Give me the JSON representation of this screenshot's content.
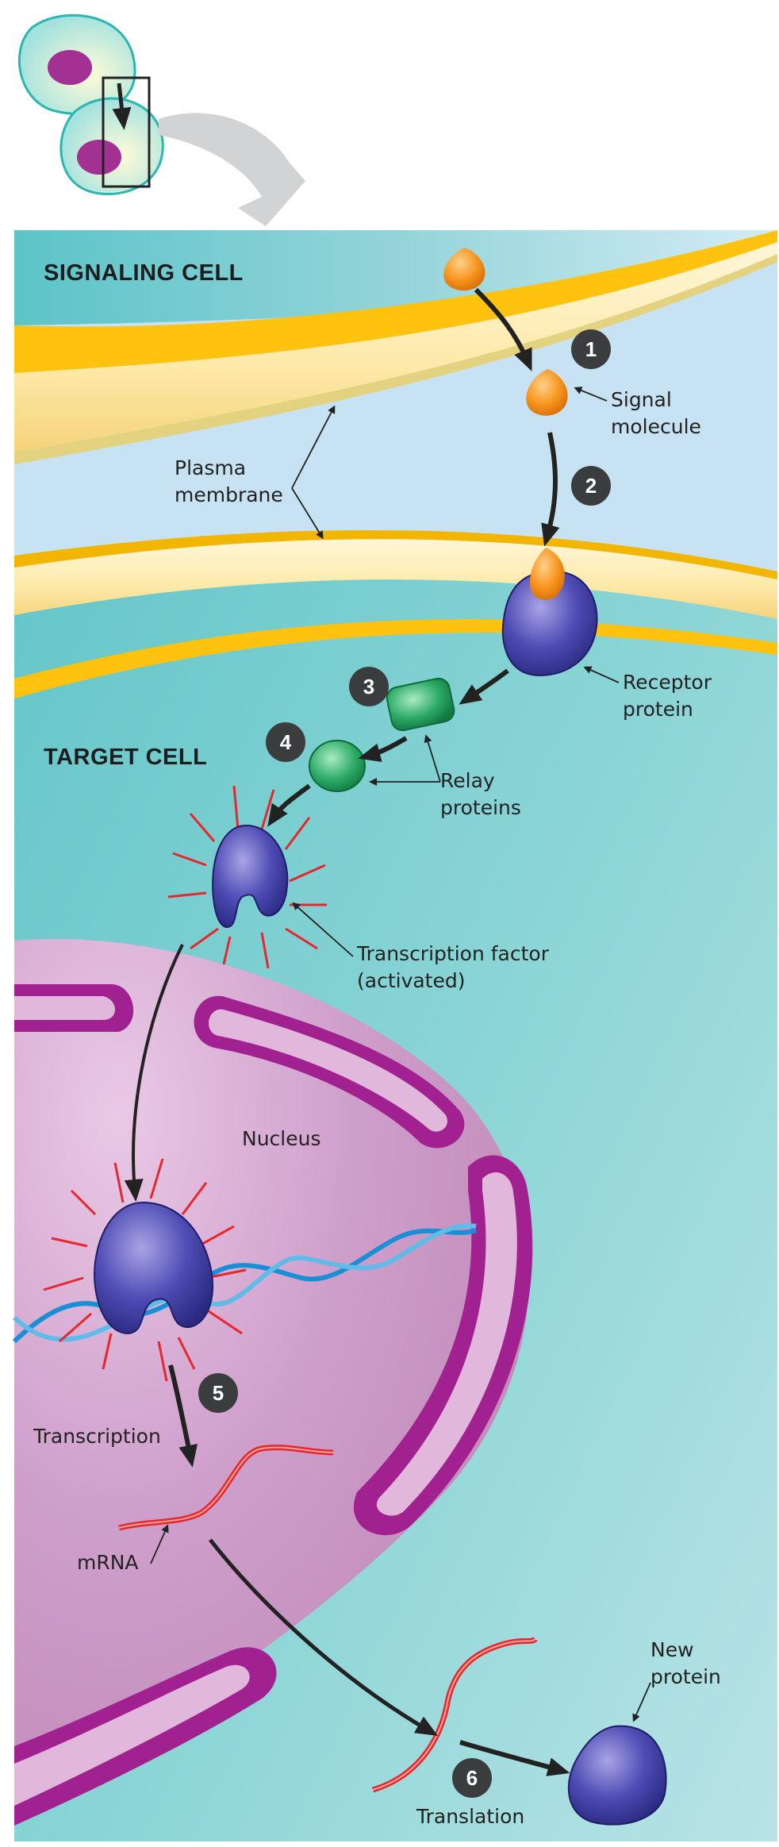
{
  "labels": {
    "signaling_cell": "SIGNALING CELL",
    "target_cell": "TARGET CELL",
    "signal_molecule": [
      "Signal",
      "molecule"
    ],
    "plasma_membrane": [
      "Plasma",
      "membrane"
    ],
    "receptor_protein": [
      "Receptor",
      "protein"
    ],
    "relay_proteins": [
      "Relay",
      "proteins"
    ],
    "transcription_factor": [
      "Transcription factor",
      "(activated)"
    ],
    "nucleus": "Nucleus",
    "transcription": "Transcription",
    "mrna": "mRNA",
    "new_protein": [
      "New",
      "protein"
    ],
    "translation": "Translation"
  },
  "steps": [
    "1",
    "2",
    "3",
    "4",
    "5",
    "6"
  ],
  "colors": {
    "signaling_bg": "#c6e2f3",
    "target_bg": "#7fcfd0",
    "membrane": "#ffc20e",
    "signal_molecule": "#f7941d",
    "receptor": "#3b3a98",
    "relay": "#2dab66",
    "nucleus": "#c48dbf",
    "nuclear_envelope": "#a0218f",
    "dna": "#1b8fd6",
    "mrna": "#e8262d",
    "arrow": "#222222",
    "step_badge": "#3b3c3e"
  }
}
